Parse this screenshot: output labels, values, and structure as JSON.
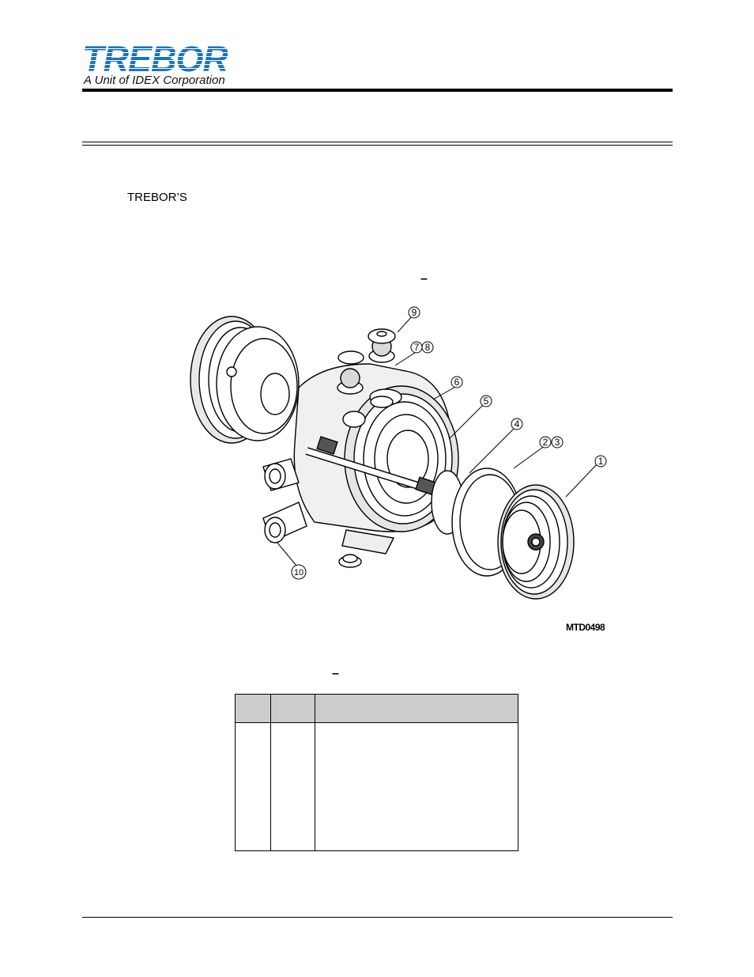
{
  "header": {
    "logo_text": "TREBOR",
    "logo_subtitle": "A Unit of IDEX Corporation",
    "brand_color": "#1e73b8"
  },
  "body": {
    "intro_text": "TREBOR’S",
    "figure_title_dash": "–",
    "table_title_dash": "–"
  },
  "figure": {
    "drawing_code": "MTD0498",
    "callouts": [
      "1",
      "2",
      "3",
      "4",
      "5",
      "6",
      "7",
      "8",
      "9",
      "10"
    ]
  },
  "parts_table": {
    "columns": [
      "",
      "",
      ""
    ],
    "rows": [
      [
        "",
        "",
        ""
      ]
    ]
  }
}
